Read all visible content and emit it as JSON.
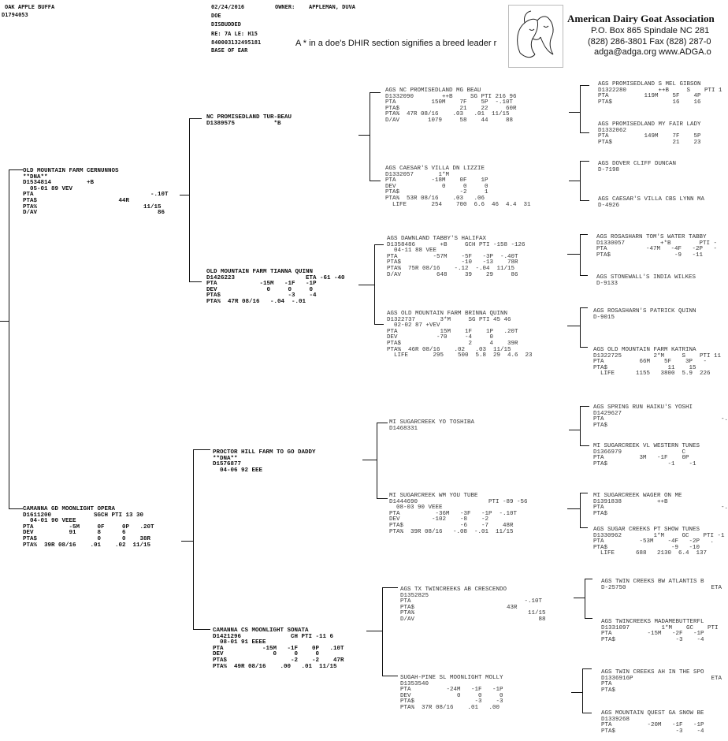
{
  "header": {
    "animal_name": "OAK APPLE BUFFA",
    "animal_reg": "D1794053",
    "date": "02/24/2016",
    "sex": "DOE",
    "disbudded": "DISBUDDED",
    "tattoo": "RE: 7A LE: H15",
    "microchip": "840003132495181",
    "chip_location": "BASE OF EAR",
    "owner_label": "OWNER:",
    "owner_name": "APPLEMAN, DUVA",
    "note": "A * in a doe's  DHIR section  signifies a breed leader r"
  },
  "association": {
    "name": "American Dairy Goat Association",
    "address": "P.O. Box 865    Spindale NC 281",
    "phone": "(828) 286-3801   Fax (828) 287-0",
    "web": "adga@adga.org   www.ADGA.o"
  },
  "gen1": {
    "sire": "OLD MOUNTAIN FARM CERNUNNOS\n**DNA**\nD1534814          +B\n  05-01 89 VEV\nPTA                                 -.10T\nPTA$                       44R\nPTA%                              11/15\nD/AV                                  86",
    "dam": "CAMANNA GD MOONLIGHT OPERA\nD1611200            SGCH PTI 13 30\n  04-01 90 VEEE\nPTA          -5M     0F     0P   .20T\nDEV          91      8      6\nPTA$                 0      0    38R\nPTA%  39R 08/16    .01    .02  11/15"
  },
  "gen2": {
    "ss": "NC PROMISEDLAND TUR-BEAU\nD1389575           *B",
    "sd": "OLD MOUNTAIN FARM TIANNA QUINN\nD1426223                    ETA -61 -40\nPTA            -15M   -1F   -1P\nDEV              0     0     0\nPTA$                   -3    -4\nPTA%  47R 08/16   -.04  -.01",
    "ds": "PROCTOR HILL FARM TO GO DADDY\n**DNA**\nD1576877\n  04-06 92 EEE",
    "dd": "CAMANNA CS MOONLIGHT SONATA\nD1421296              CH PTI -11 6\n  08-01 91 EEEE\nPTA           -15M   -1F    0P   .10T\nDEV              0     0     0\nPTA$                  -2    -2    47R\nPTA%  49R 08/16    .00   .01  11/15"
  },
  "gen3": [
    "AGS NC PROMISEDLAND MG BEAU\nD1332090        ++B     SG PTI 216 96\nPTA          150M    7F    5P  -.10T\nPTA$                 21    22     60R\nPTA%  47R 08/16    .03   .01  11/15\nD/AV        1079     58    44     88",
    "AGS CAESAR'S VILLA DN LIZZIE\nD1332057       1*M\nPTA          -18M    0F    1P\nDEV             0     0     0\nPTA$                 -2     1\nPTA%  53R 08/16    .03   .06\n  LIFE       254    700  6.6  46  4.4  31",
    "AGS DAWNLAND TABBY'S HALIFAX\nD1358486       +B     GCH PTI -158 -126\n  04-11 88 VEE\nPTA          -57M    -5F   -3P  -.40T\nPTA$                 -10   -13    78R\nPTA%  75R 08/16    -.12  -.04  11/15\nD/AV          648     39    29     86",
    "AGS OLD MOUNTAIN FARM BRINNA QUINN\nD1322737       3*M     SG PTI 45 46\n  02-02 87 +VEV\nPTA            15M    1F    1P   .20T\nDEV           -70     -4     0\nPTA$                   2     4    39R\nPTA%  46R 08/16    .02   .03  11/15\n  LIFE       295    500  5.8  29  4.6  23",
    "MI SUGARCREEK YO TOSHIBA\nD1468331",
    "MI SUGARCREEK WM YOU TUBE\nD1444690                    PTI -89 -56\n  08-03 90 VEEE\nPTA          -36M   -3F   -1P  -.10T\nDEV         -102    -8    -2\nPTA$                -6    -7    48R\nPTA%  39R 08/16   -.08  -.01  11/15",
    "AGS TX TWINCREEKS AB CRESCENDO\nD1352825\nPTA                                -.10T\nPTA$                          43R\nPTA%                                11/15\nD/AV                                   88",
    "SUGAH-PINE SL MOONLIGHT MOLLY\nD1353540\nPTA          -24M   -1F   -1P\nDEV             0     0     0\nPTA$                 -3    -3\nPTA%  37R 08/16    .01   .00"
  ],
  "gen4": [
    "AGS PROMISEDLAND S MEL GIBSON\nD1322280         ++B     S    PTI 1\nPTA          119M    5F    4P\nPTA$                 16    16",
    "AGS PROMISEDLAND MY FAIR LADY\nD1332062\nPTA          149M    7F    5P\nPTA$                 21    23",
    "AGS DOVER CLIFF DUNCAN\nD-7198",
    "AGS CAESAR'S VILLA CBS LYNN MA\nD-4926",
    "AGS ROSASHARN TOM'S WATER TABBY\nD1330057          +*B        PTI -\nPTA           -47M   -4F   -2P   -\nPTA$                  -9   -11",
    "AGS STONEWALL'S INDIA WILKES\nD-9133",
    "AGS ROSASHARN'S PATRICK QUINN\nD-9015",
    "AGS OLD MOUNTAIN FARM KATRINA\nD1322725         2*M     S    PTI 11\nPTA          66M    5F    3P   -\nPTA$                 11    15\n  LIFE      1155   3800  5.9  226",
    "AGS SPRING RUN HAIKU'S YOSHI\nD1429627\nPTA                                 -.\nPTA$",
    "MI SUGARCREEK VL WESTERN TUNES\nD1366979                 C\nPTA          3M   -1F    0P\nPTA$                 -1    -1",
    "MI SUGARCREEK WAGER ON ME\nD1391838          ++B\nPTA                                 -.\nPTA$",
    "AGS SUGAR CREEKS PT SHOW TUNES\nD1330962         1*M     GC    PTI -1\nPTA          -53M    -4F   -2P   .\nPTA$                  -9   -10\n  LIFE      688   2130  6.4  137",
    "AGS TWIN CREEKS BW ATLANTIS B\nD-25750                        ETA",
    "AGS TWINCREEKS MADAMEBUTTERFL\nD1331097         1*M    GC    PTI\nPTA          -15M   -2F   -1P\nPTA$                 -3    -4",
    "AGS TWIN CREEKS AH IN THE SPO\nD1336916P                      ETA\nPTA\nPTA$",
    "AGS MOUNTAIN QUEST GA SNOW BE\nD1339268\nPTA          -20M   -1F   -1P\nPTA$                 -3    -4"
  ]
}
